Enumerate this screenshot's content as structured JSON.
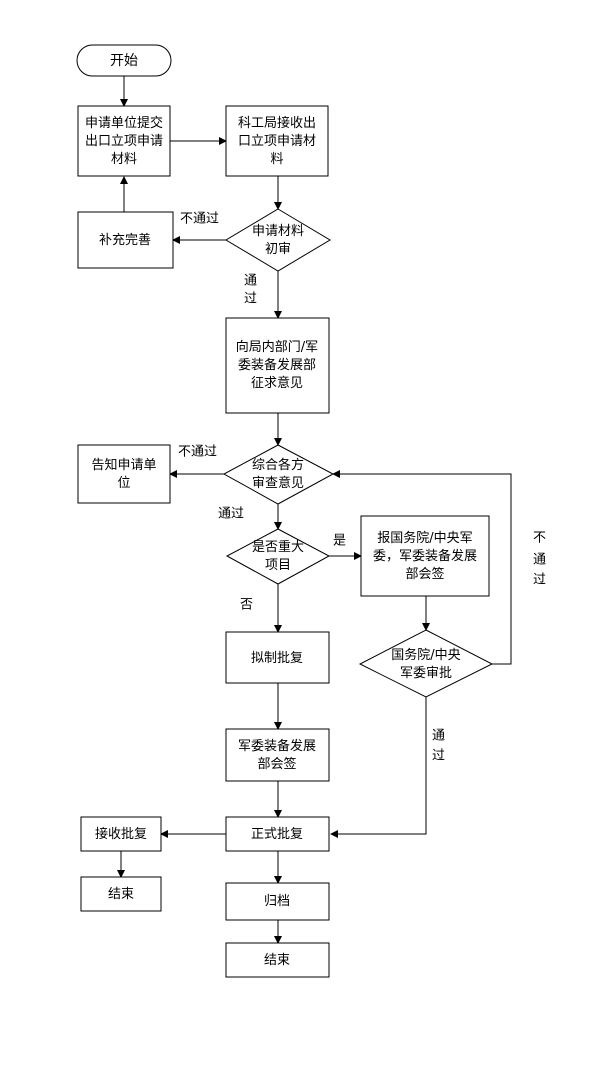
{
  "colors": {
    "stroke": "#000000",
    "fill": "#ffffff",
    "text": "#000000"
  },
  "nodes": {
    "start": {
      "lines": [
        "开始"
      ]
    },
    "submit": {
      "lines": [
        "申请单位提交",
        "出口立项申请",
        "材料"
      ]
    },
    "receive": {
      "lines": [
        "科工局接收出",
        "口立项申请材",
        "料"
      ]
    },
    "supplement": {
      "lines": [
        "补充完善"
      ]
    },
    "review": {
      "lines": [
        "申请材料",
        "初审"
      ]
    },
    "consult": {
      "lines": [
        "向局内部门/军",
        "委装备发展部",
        "征求意见"
      ]
    },
    "notify": {
      "lines": [
        "告知申请单",
        "位"
      ]
    },
    "opinions": {
      "lines": [
        "综合各方",
        "审查意见"
      ]
    },
    "major": {
      "lines": [
        "是否重大",
        "项目"
      ]
    },
    "report": {
      "lines": [
        "报国务院/中央军",
        "委，军委装备发展",
        "部会签"
      ]
    },
    "draft": {
      "lines": [
        "拟制批复"
      ]
    },
    "approve": {
      "lines": [
        "国务院/中央",
        "军委审批"
      ]
    },
    "cosign": {
      "lines": [
        "军委装备发展",
        "部会签"
      ]
    },
    "formal": {
      "lines": [
        "正式批复"
      ]
    },
    "recvReply": {
      "lines": [
        "接收批复"
      ]
    },
    "end1": {
      "lines": [
        "结束"
      ]
    },
    "archive": {
      "lines": [
        "归档"
      ]
    },
    "end2": {
      "lines": [
        "结束"
      ]
    }
  },
  "labels": {
    "review_fail": "不通过",
    "review_pass_1": "通",
    "review_pass_2": "过",
    "opinions_fail": "不通过",
    "opinions_pass": "通过",
    "major_yes": "是",
    "major_no": "否",
    "loop_fail_1": "不",
    "loop_fail_2": "通",
    "loop_fail_3": "过",
    "approve_pass_1": "通",
    "approve_pass_2": "过"
  }
}
